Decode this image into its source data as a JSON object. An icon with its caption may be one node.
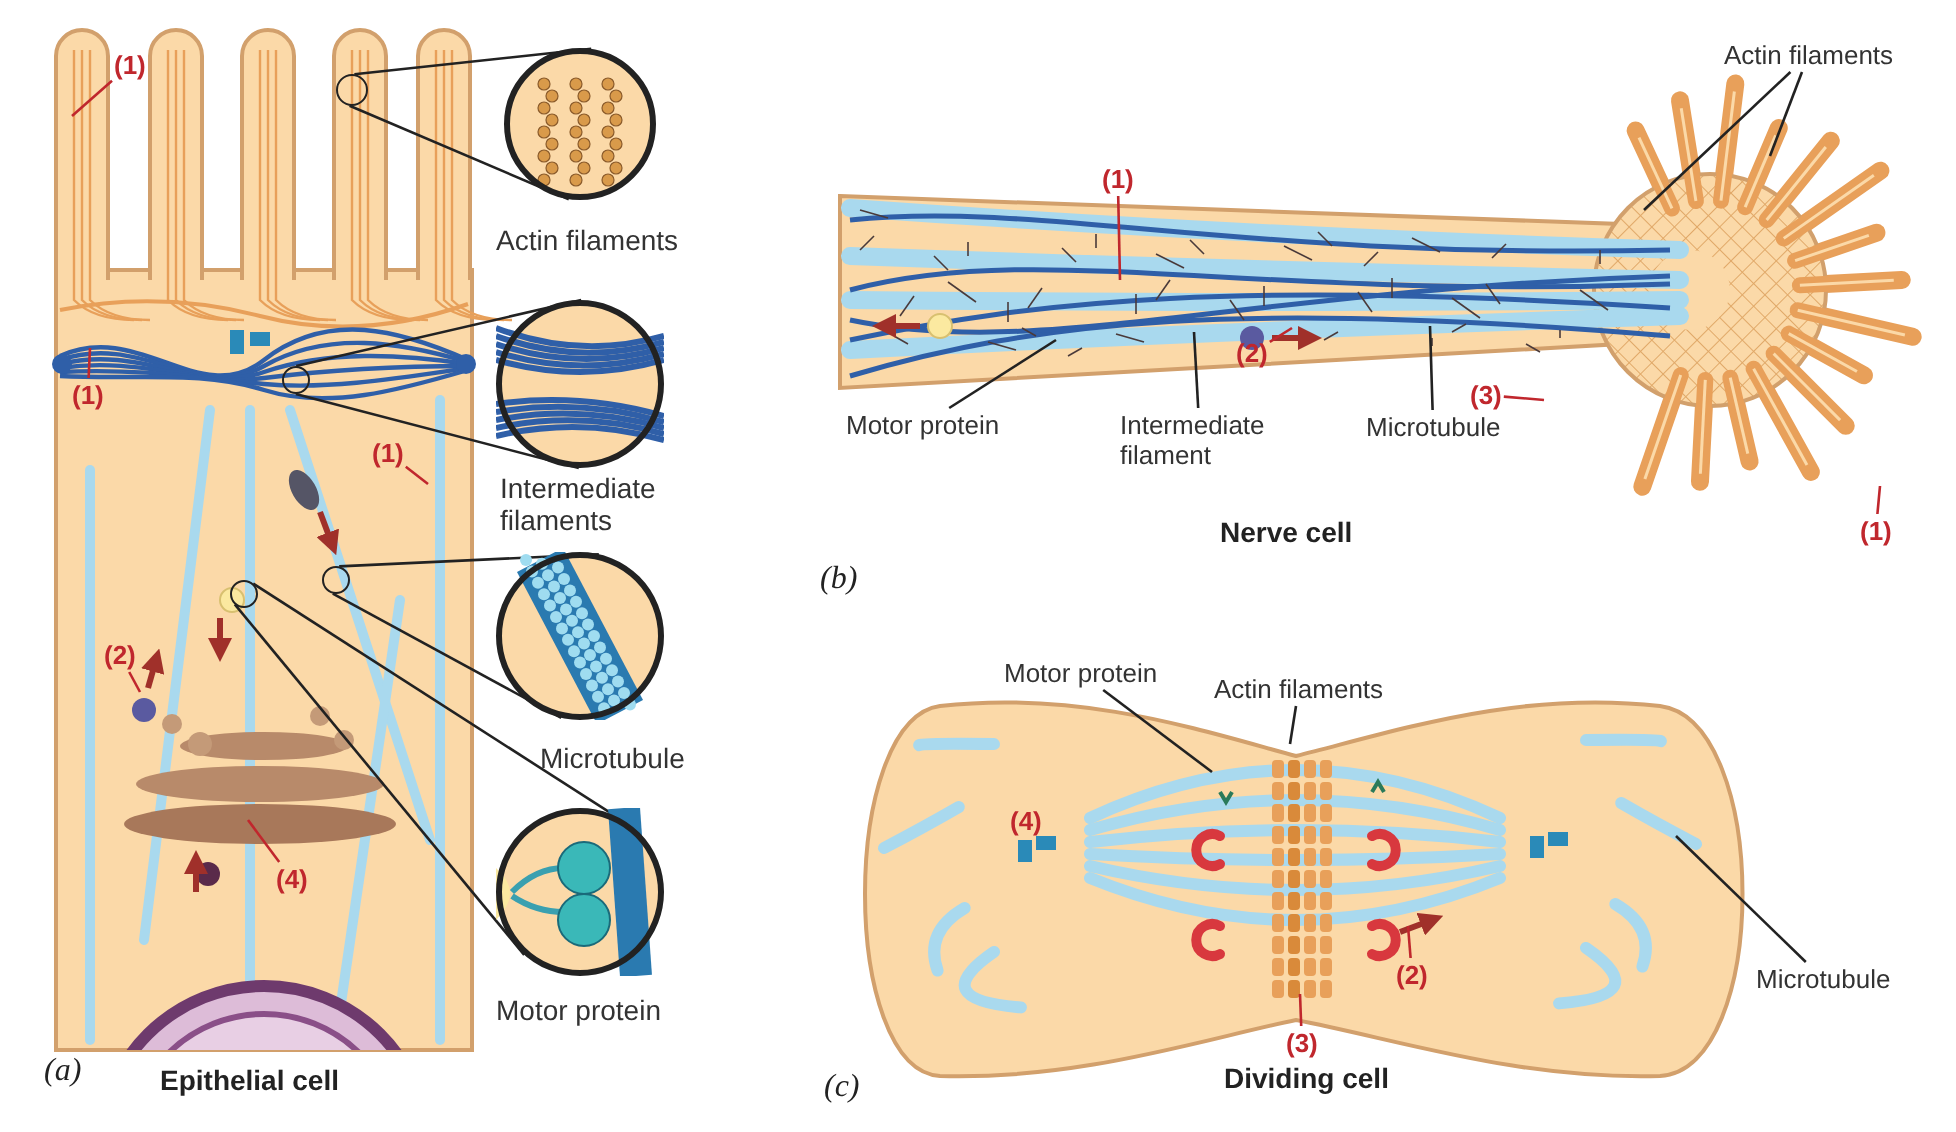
{
  "diagram": {
    "nodes": [
      {
        "text": [
          "(1)"
        ]
      },
      {
        "text": [
          "(1)"
        ]
      },
      {
        "text": [
          "(1)"
        ]
      },
      {
        "text": [
          "(2)"
        ]
      },
      {
        "text": [
          "(4)"
        ]
      },
      {
        "text": [],
        "shape": "circle"
      },
      {
        "text": [],
        "shape": "picture",
        "beside": [
          "Actin filaments"
        ]
      },
      {
        "text": [],
        "shape": "circle"
      },
      {
        "text": [],
        "shape": "picture",
        "beside": [
          "Intermediate filaments"
        ]
      },
      {
        "text": [],
        "shape": "circle"
      },
      {
        "text": [],
        "shape": "picture",
        "beside": [
          "Microtubule"
        ]
      },
      {
        "text": [],
        "shape": "circle"
      },
      {
        "text": [],
        "shape": "picture",
        "beside": [
          "Motor protein"
        ]
      },
      {
        "text": [
          "(1)"
        ]
      },
      {
        "text": [
          "Motor protein"
        ]
      },
      {
        "text": [
          "(2)"
        ]
      },
      {
        "text": [
          "Intermediate filament"
        ]
      },
      {
        "text": [
          "Microtubule"
        ]
      },
      {
        "text": [
          "Actin filaments"
        ]
      },
      {
        "text": [
          "(3)"
        ]
      },
      {
        "text": [
          "(1)"
        ]
      },
      {
        "text": [
          "Motor protein"
        ]
      },
      {
        "text": [
          "Actin filaments"
        ]
      },
      {
        "text": [
          "(2)"
        ]
      },
      {
        "text": [
          "(3)"
        ]
      },
      {
        "text": [
          "Microtubule"
        ]
      }
    ],
    "edges": [
      {
        "from": 0,
        "to": null,
        "arrow": "none",
        "color": "#c0272d"
      },
      {
        "from": 1,
        "to": null,
        "arrow": "none",
        "color": "#c0272d"
      },
      {
        "from": 2,
        "to": null,
        "arrow": "none",
        "color": "#c0272d"
      },
      {
        "from": 3,
        "to": null,
        "arrow": "none",
        "color": "#c0272d"
      },
      {
        "from": 4,
        "to": null,
        "arrow": "none",
        "color": "#c0272d"
      },
      {
        "from": 5,
        "to": 6,
        "arrow": "none"
      },
      {
        "from": 5,
        "to": 6,
        "arrow": "none"
      },
      {
        "from": 7,
        "to": 8,
        "arrow": "none"
      },
      {
        "from": 7,
        "to": 8,
        "arrow": "none"
      },
      {
        "from": 9,
        "to": 10,
        "arrow": "none"
      },
      {
        "from": 9,
        "to": 10,
        "arrow": "none"
      },
      {
        "from": 11,
        "to": 12,
        "arrow": "none"
      },
      {
        "from": 11,
        "to": 12,
        "arrow": "none"
      },
      {
        "from": 13,
        "to": null,
        "arrow": "none",
        "color": "#c0272d"
      },
      {
        "from": 14,
        "to": null,
        "arrow": "none"
      },
      {
        "from": 15,
        "to": null,
        "arrow": "none",
        "color": "#c0272d"
      },
      {
        "from": 16,
        "to": null,
        "arrow": "none"
      },
      {
        "from": 17,
        "to": null,
        "arrow": "none"
      },
      {
        "from": 18,
        "to": null,
        "arrow": "none"
      },
      {
        "from": 18,
        "to": null,
        "arrow": "none"
      },
      {
        "from": 19,
        "to": null,
        "arrow": "none",
        "color": "#c0272d"
      },
      {
        "from": 20,
        "to": null,
        "arrow": "none",
        "color": "#c0272d"
      },
      {
        "from": 21,
        "to": null,
        "arrow": "none"
      },
      {
        "from": 22,
        "to": null,
        "arrow": "none"
      },
      {
        "from": 23,
        "to": null,
        "arrow": "none",
        "color": "#c0272d"
      },
      {
        "from": 24,
        "to": null,
        "arrow": "none",
        "color": "#c0272d"
      },
      {
        "from": 25,
        "to": null,
        "arrow": "none"
      }
    ],
    "labels": [
      "(a)",
      "Epithelial cell",
      "(b)",
      "Nerve cell",
      "(4)",
      "(c)",
      "Dividing cell"
    ]
  }
}
